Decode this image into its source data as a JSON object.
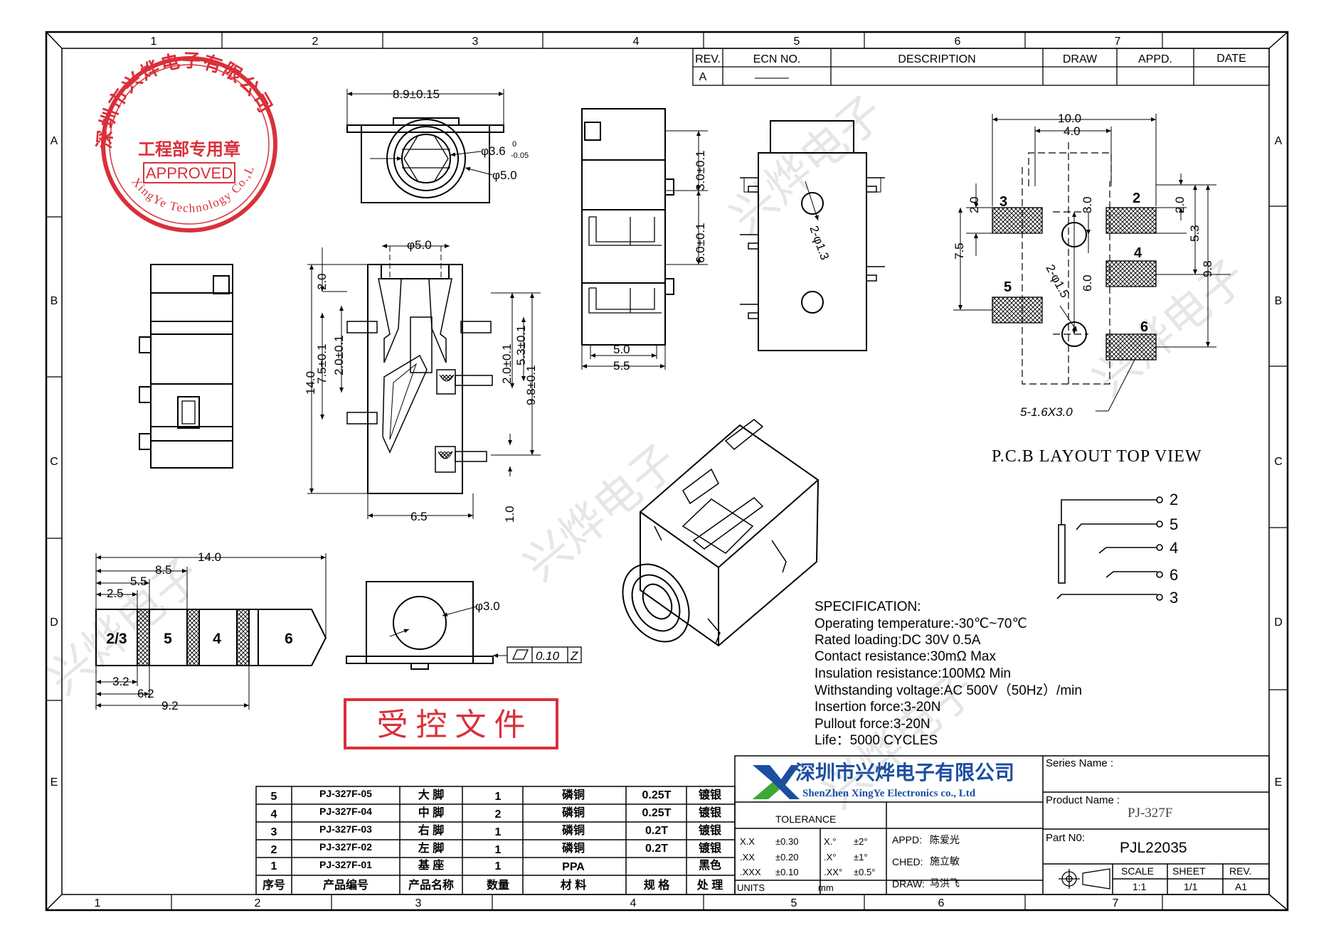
{
  "grid": {
    "cols_top": [
      "1",
      "2",
      "3",
      "4",
      "5",
      "6",
      "7"
    ],
    "cols_bottom": [
      "1",
      "2",
      "3",
      "4",
      "5",
      "6",
      "7"
    ],
    "rows": [
      "A",
      "B",
      "C",
      "D",
      "E"
    ]
  },
  "revision": {
    "headers": [
      "REV.",
      "ECN NO.",
      "DESCRIPTION",
      "DRAW",
      "APPD.",
      "DATE"
    ],
    "row": [
      "A",
      "———",
      "",
      "",
      "",
      ""
    ]
  },
  "stamp": {
    "outer_text": "深圳市兴烨电子有限公司",
    "inner_text": "工程部专用章",
    "approved": "APPROVED",
    "english_text": "XingYe Technology Co.,Ltd"
  },
  "dimensions": {
    "top_width": "8.9±0.15",
    "dia_36": "φ3.6",
    "dia_36_tol_up": "0",
    "dia_36_tol_dn": "-0.05",
    "dia_50": "φ5.0",
    "side_30": "3.0±0.1",
    "side_60": "6.0±0.1",
    "side_50": "5.0",
    "side_55": "5.5",
    "holes_13": "2-φ1.3",
    "main_dia50": "φ5.0",
    "main_20": "2.0",
    "main_14": "14.0",
    "main_75": "7.5±0.1",
    "main_20b": "2.0±0.1",
    "main_20c": "2.0±0.1",
    "main_53": "5.3±0.1",
    "main_98": "9.8±0.1",
    "main_10": "1.0",
    "main_65": "6.5",
    "plug_140": "14.0",
    "plug_85": "8.5",
    "plug_55": "5.5",
    "plug_25": "2.5",
    "plug_32": "3.2",
    "plug_62": "6.2",
    "plug_92": "9.2",
    "front_dia30": "φ3.0",
    "flatness_value": "0.10",
    "flatness_datum": "Z",
    "pcb_100": "10.0",
    "pcb_40": "4.0",
    "pcb_20a": "2.0",
    "pcb_30": "3.0",
    "pcb_20b": "2.0",
    "pcb_53": "5.3",
    "pcb_75": "7.5",
    "pcb_60": "6.0",
    "pcb_98": "9.8",
    "pcb_holes": "2-φ1.5",
    "pcb_pads": "5-1.6X3.0"
  },
  "plug_segments": [
    "2/3",
    "5",
    "4",
    "6"
  ],
  "pcb": {
    "title": "P.C.B LAYOUT TOP VIEW",
    "pads": [
      "3",
      "2",
      "4",
      "5",
      "6"
    ]
  },
  "schematic_pins": [
    "2",
    "5",
    "4",
    "6",
    "3"
  ],
  "specification": {
    "title": "SPECIFICATION:",
    "lines": [
      "Operating temperature:-30℃~70℃",
      "Rated loading:DC 30V 0.5A",
      "Contact resistance:30mΩ Max",
      "Insulation resistance:100MΩ Min",
      "Withstanding voltage:AC 500V（50Hz）/min",
      "Insertion force:3-20N",
      "Pullout force:3-20N",
      "Life：5000 CYCLES"
    ]
  },
  "controlled_stamp": "受 控 文 件",
  "bom": {
    "rows": [
      [
        "5",
        "PJ-327F-05",
        "大 脚",
        "1",
        "磷铜",
        "0.25T",
        "镀银"
      ],
      [
        "4",
        "PJ-327F-04",
        "中 脚",
        "2",
        "磷铜",
        "0.25T",
        "镀银"
      ],
      [
        "3",
        "PJ-327F-03",
        "右 脚",
        "1",
        "磷铜",
        "0.2T",
        "镀银"
      ],
      [
        "2",
        "PJ-327F-02",
        "左 脚",
        "1",
        "磷铜",
        "0.2T",
        "镀银"
      ],
      [
        "1",
        "PJ-327F-01",
        "基 座",
        "1",
        "PPA",
        "",
        "黑色"
      ]
    ],
    "header": [
      "序号",
      "产品编号",
      "产品名称",
      "数量",
      "材 料",
      "规 格",
      "处 理"
    ]
  },
  "title_block": {
    "company_cn": "深圳市兴烨电子有限公司",
    "company_en": "ShenZhen XingYe Electronics co., Ltd",
    "series_label": "Series Name :",
    "series_value": "",
    "product_label": "Product Name :",
    "product_value": "PJ-327F",
    "part_label": "Part N0:",
    "part_value": "PJL22035",
    "tolerance_label": "TOLERANCE",
    "tolerance_rows": [
      [
        "X.X",
        "±0.30",
        "X.°",
        "±2°"
      ],
      [
        ".XX",
        "±0.20",
        ".X°",
        "±1°"
      ],
      [
        ".XXX",
        "±0.10",
        ".XX°",
        "±0.5°"
      ]
    ],
    "units_label": "UNITS",
    "units_value": "mm",
    "appd_label": "APPD:",
    "appd_value": "陈爱光",
    "ched_label": "CHED:",
    "ched_value": "施立敏",
    "draw_label": "DRAW:",
    "draw_value": "马洪飞",
    "scale_label": "SCALE",
    "scale_value": "1:1",
    "sheet_label": "SHEET",
    "sheet_value": "1/1",
    "rev_label": "REV.",
    "rev_value": "A1"
  },
  "watermark": "兴烨电子",
  "colors": {
    "stamp_red": "#d9303a",
    "logo_blue": "#1c4fa0",
    "logo_green": "#3aa935",
    "hatch": "#000000"
  }
}
